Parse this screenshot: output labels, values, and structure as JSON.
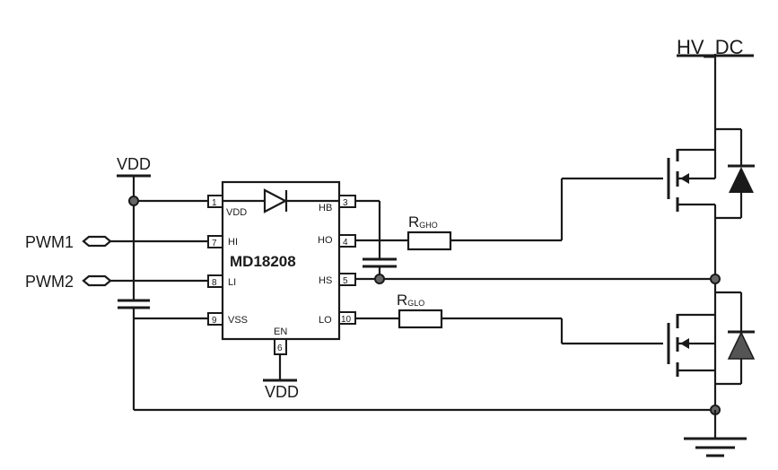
{
  "ic": {
    "name": "MD18208",
    "pins": {
      "p1": {
        "num": "1",
        "label": "VDD"
      },
      "p7": {
        "num": "7",
        "label": "HI"
      },
      "p8": {
        "num": "8",
        "label": "LI"
      },
      "p9": {
        "num": "9",
        "label": "VSS"
      },
      "p3": {
        "num": "3",
        "label": "HB"
      },
      "p4": {
        "num": "4",
        "label": "HO"
      },
      "p5": {
        "num": "5",
        "label": "HS"
      },
      "p10": {
        "num": "10",
        "label": "LO"
      },
      "p6": {
        "num": "6",
        "label": "EN"
      }
    }
  },
  "nets": {
    "vdd_top": "VDD",
    "vdd_bottom": "VDD",
    "pwm1": "PWM1",
    "pwm2": "PWM2",
    "hv_dc": "HV_DC"
  },
  "resistors": {
    "rgho": {
      "main": "R",
      "sub": "GHO"
    },
    "rglo": {
      "main": "R",
      "sub": "GLO"
    }
  },
  "colors": {
    "wire": "#1a1a1a",
    "node": "#666666",
    "diode_fill": "#1a1a1a",
    "low_diode_fill": "#555555"
  }
}
